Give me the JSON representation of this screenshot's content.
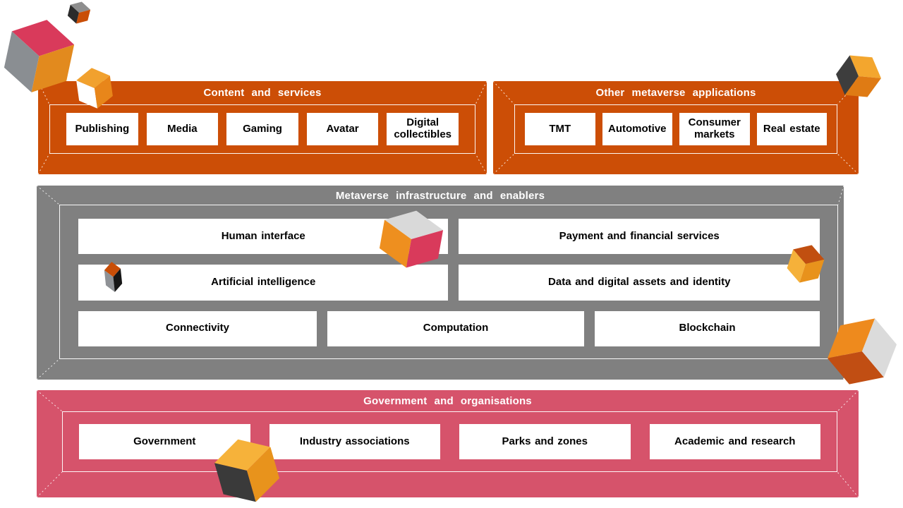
{
  "diagram": {
    "description": "Metaverse ecosystem layer diagram"
  },
  "colors": {
    "orange_panel": "#CC4E06",
    "gray_panel": "#808080",
    "rose_panel": "#D6536B",
    "item_background": "#FFFFFF",
    "title_text": "#FFFFFF",
    "item_text": "#000000",
    "accent_yellow": "#F5B335"
  },
  "panels": {
    "content_services": {
      "title": "Content and services",
      "items": [
        "Publishing",
        "Media",
        "Gaming",
        "Avatar",
        "Digital collectibles"
      ]
    },
    "other_applications": {
      "title": "Other metaverse applications",
      "items": [
        "TMT",
        "Automotive",
        "Consumer markets",
        "Real estate"
      ]
    },
    "infrastructure": {
      "title": "Metaverse infrastructure and enablers",
      "rows": {
        "row1": [
          "Human interface",
          "Payment and financial services"
        ],
        "row2": [
          "Artificial intelligence",
          "Data and digital assets and identity"
        ],
        "row3": [
          "Connectivity",
          "Computation",
          "Blockchain"
        ]
      }
    },
    "government": {
      "title": "Government and organisations",
      "items": [
        "Government",
        "Industry associations",
        "Parks and zones",
        "Academic and research"
      ]
    }
  },
  "cubes": [
    {
      "name": "cube-tiny-top-left",
      "top": "#8E8E8E",
      "left": "#2B2B2B",
      "right": "#C94E07"
    },
    {
      "name": "cube-large-top-left",
      "top": "#D93A5B",
      "left": "#8A8E92",
      "right": "#E28A1E"
    },
    {
      "name": "cube-content-panel-corner",
      "top": "#F1A12E",
      "left": "#FFFFFF",
      "right": "#E8861A"
    },
    {
      "name": "cube-top-right",
      "top": "#F3A62E",
      "left": "#3D3D3D",
      "right": "#DF7B14"
    },
    {
      "name": "cube-human-interface",
      "top": "#D9D9D9",
      "left": "#EE8F1F",
      "right": "#D93A5B"
    },
    {
      "name": "cube-artificial-intelligence",
      "top": "#C94E07",
      "left": "#8F9296",
      "right": "#161616"
    },
    {
      "name": "cube-right-edge-small",
      "top": "#C14F10",
      "left": "#F5B13A",
      "right": "#E8921C"
    },
    {
      "name": "cube-bottom-right",
      "top": "#EE8A1D",
      "left": "#C14E13",
      "right": "#DBDBDB"
    },
    {
      "name": "cube-government-panel",
      "top": "#F6B23A",
      "left": "#3A3A3A",
      "right": "#E8931C"
    }
  ]
}
